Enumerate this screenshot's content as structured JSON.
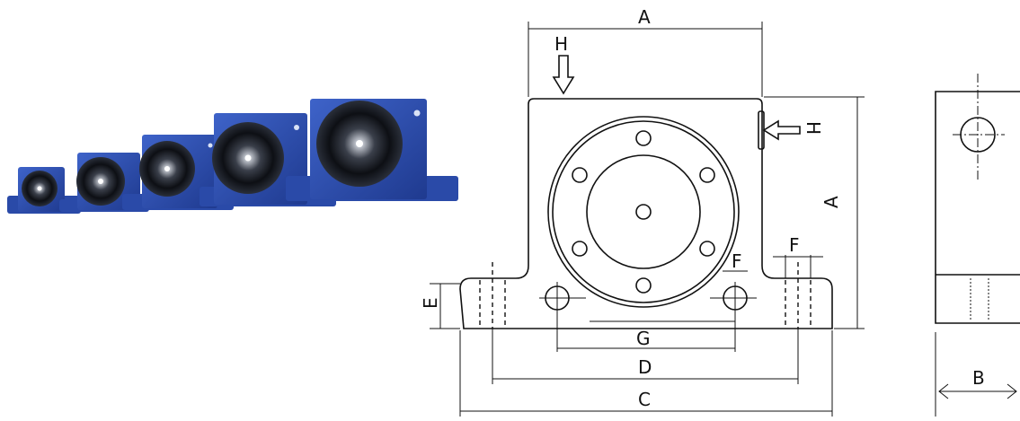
{
  "diagram": {
    "labels": {
      "A_top": "A",
      "A_side": "A",
      "H_top": "H",
      "H_side": "H",
      "B": "B",
      "C": "C",
      "D": "D",
      "E": "E",
      "F_left": "F",
      "F_right": "F",
      "G": "G"
    },
    "colors": {
      "line": "#111111",
      "vibrator_body": "#2b4fb0",
      "vibrator_dark": "#1c3580",
      "vibrator_ring": "#151515"
    },
    "product_photo": {
      "unit_count": 5
    }
  }
}
